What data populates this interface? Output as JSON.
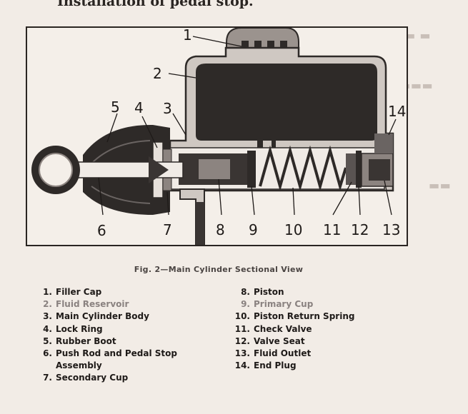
{
  "header_fragment": "Installation of pedal stop.",
  "figure": {
    "callouts": [
      {
        "id": "c1",
        "text": "1"
      },
      {
        "id": "c2",
        "text": "2"
      },
      {
        "id": "c3",
        "text": "3"
      },
      {
        "id": "c4",
        "text": "4"
      },
      {
        "id": "c5",
        "text": "5"
      },
      {
        "id": "c6",
        "text": "6"
      },
      {
        "id": "c7",
        "text": "7"
      },
      {
        "id": "c8",
        "text": "8"
      },
      {
        "id": "c9",
        "text": "9"
      },
      {
        "id": "c10",
        "text": "10"
      },
      {
        "id": "c11",
        "text": "11"
      },
      {
        "id": "c12",
        "text": "12"
      },
      {
        "id": "c13",
        "text": "13"
      },
      {
        "id": "c14",
        "text": "14"
      }
    ],
    "caption": "Fig. 2—Main Cylinder Sectional View"
  },
  "legend_left": [
    {
      "num": "1.",
      "text": "Filler Cap"
    },
    {
      "num": "2.",
      "text": "Fluid Reservoir"
    },
    {
      "num": "3.",
      "text": "Main Cylinder Body"
    },
    {
      "num": "4.",
      "text": "Lock Ring"
    },
    {
      "num": "5.",
      "text": "Rubber Boot"
    },
    {
      "num": "6.",
      "text": "Push Rod and Pedal Stop Assembly"
    },
    {
      "num": "7.",
      "text": "Secondary Cup"
    }
  ],
  "legend_right": [
    {
      "num": "8.",
      "text": "Piston"
    },
    {
      "num": "9.",
      "text": "Primary Cup"
    },
    {
      "num": "10.",
      "text": "Piston Return Spring"
    },
    {
      "num": "11.",
      "text": "Check Valve"
    },
    {
      "num": "12.",
      "text": "Valve Seat"
    },
    {
      "num": "13.",
      "text": "Fluid Outlet"
    },
    {
      "num": "14.",
      "text": "End Plug"
    }
  ],
  "colors": {
    "paper": "#f2ece6",
    "ink": "#1e1a18",
    "dark": "#2e2a28",
    "mid": "#8c8480",
    "light": "#e8e2dc"
  }
}
